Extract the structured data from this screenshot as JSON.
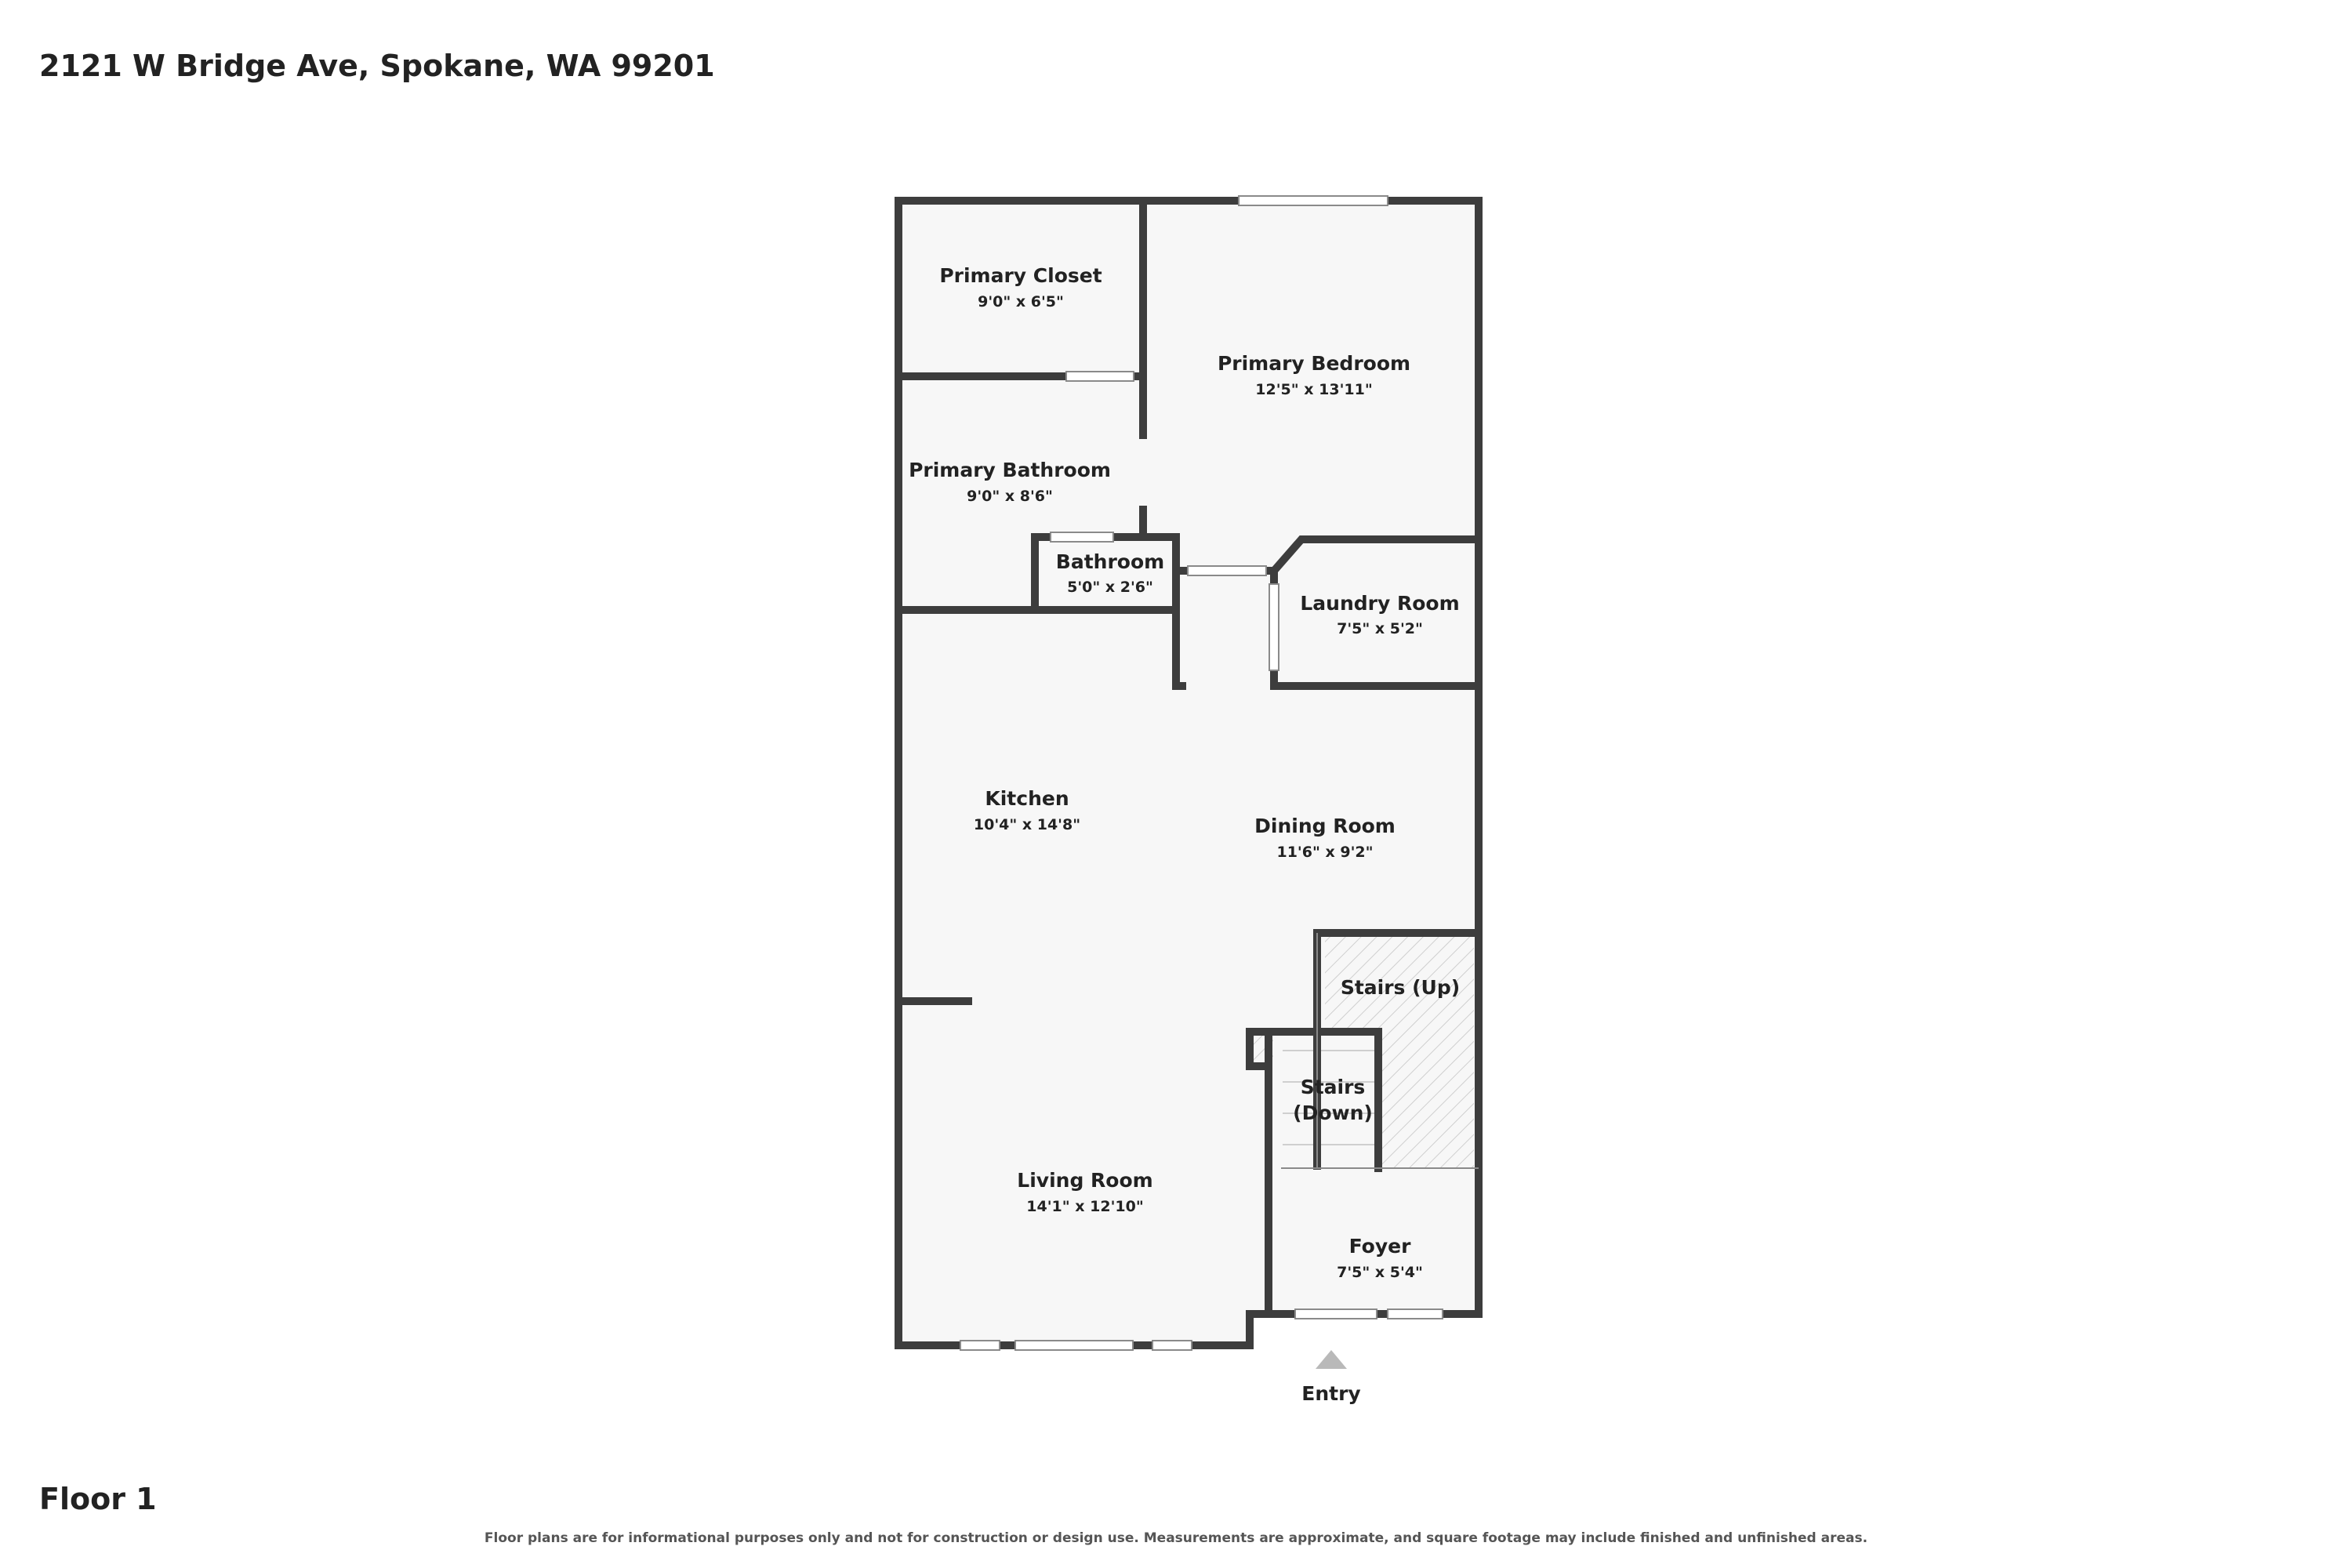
{
  "header": {
    "address": "2121 W Bridge Ave, Spokane, WA 99201"
  },
  "footer": {
    "floor": "Floor 1",
    "disclaimer": "Floor plans are for informational purposes only and not for construction or design use. Measurements are approximate, and square footage may include finished and unfinished areas."
  },
  "rooms": {
    "primary_closet": {
      "name": "Primary Closet",
      "dims": "9'0\" x 6'5\""
    },
    "primary_bedroom": {
      "name": "Primary Bedroom",
      "dims": "12'5\" x 13'11\""
    },
    "primary_bathroom": {
      "name": "Primary Bathroom",
      "dims": "9'0\" x 8'6\""
    },
    "bathroom": {
      "name": "Bathroom",
      "dims": "5'0\" x 2'6\""
    },
    "laundry_room": {
      "name": "Laundry Room",
      "dims": "7'5\" x 5'2\""
    },
    "kitchen": {
      "name": "Kitchen",
      "dims": "10'4\" x 14'8\""
    },
    "dining_room": {
      "name": "Dining Room",
      "dims": "11'6\" x 9'2\""
    },
    "stairs_up": {
      "name": "Stairs (Up)"
    },
    "stairs_down": {
      "name_line1": "Stairs",
      "name_line2": "(Down)"
    },
    "living_room": {
      "name": "Living Room",
      "dims": "14'1\" x 12'10\""
    },
    "foyer": {
      "name": "Foyer",
      "dims": "7'5\" x 5'4\""
    }
  },
  "entry": {
    "label": "Entry"
  },
  "colors": {
    "wall": "#3d3d3d",
    "floor": "#f7f7f7",
    "text": "#222222",
    "entry_arrow": "#b9b9b9"
  }
}
